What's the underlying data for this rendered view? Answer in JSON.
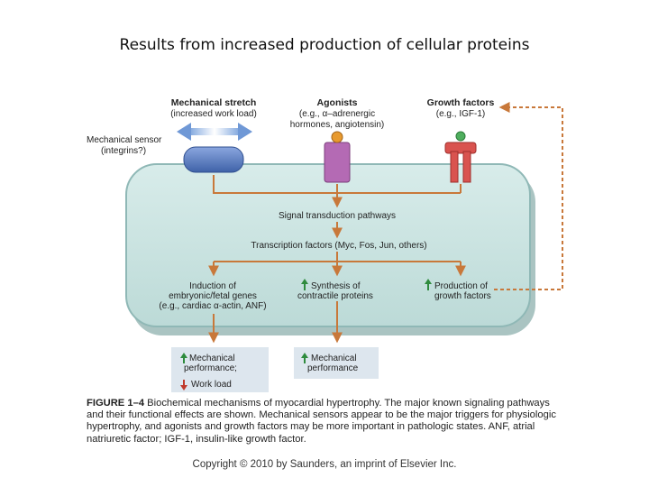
{
  "slide": {
    "title": "Results from increased production of cellular proteins"
  },
  "diagram": {
    "stimuli": {
      "mechanical_stretch": {
        "title": "Mechanical stretch",
        "sub": [
          "(increased work load)"
        ]
      },
      "agonists": {
        "title": "Agonists",
        "sub": [
          "(e.g., α–adrenergic",
          "hormones, angiotensin)"
        ]
      },
      "growth_factors": {
        "title": "Growth factors",
        "sub": [
          "(e.g., IGF-1)"
        ]
      }
    },
    "mechanical_sensor": [
      "Mechanical sensor",
      "(integrins?)"
    ],
    "signal_transduction": "Signal transduction pathways",
    "transcription_factors": "Transcription factors (Myc, Fos, Jun, others)",
    "effects": {
      "embryonic_genes": [
        "Induction of",
        "embryonic/fetal genes",
        "(e.g., cardiac α-actin, ANF)"
      ],
      "contractile_proteins": [
        "Synthesis of",
        "contractile proteins"
      ],
      "growth_factor_production": [
        "Production of",
        "growth factors"
      ]
    },
    "outcomes": {
      "left": {
        "line1": "Mechanical",
        "line2": "performance;",
        "line3": "Work load"
      },
      "right": {
        "line1": "Mechanical",
        "line2": "performance"
      }
    },
    "colors": {
      "cell_fill": "#cfe6e4",
      "cell_border": "#8fb8b6",
      "arrow": "#c8783a",
      "sensor": "#5b7fc4",
      "agonist_receptor": "#b46ab4",
      "gf_receptor": "#d9534f",
      "up_arrow": "#2e8b3d",
      "down_arrow": "#c0392b",
      "outcome_box": "#dde6ee"
    }
  },
  "caption": {
    "label": "FIGURE 1–4",
    "text": "Biochemical mechanisms of myocardial hypertrophy. The major known signaling pathways and their functional effects are shown. Mechanical sensors appear to be the major triggers for physiologic hypertrophy, and agonists and growth factors may be more important in pathologic states. ANF, atrial natriuretic factor; IGF-1, insulin-like growth factor."
  },
  "copyright": "Copyright © 2010 by Saunders, an imprint of Elsevier Inc."
}
